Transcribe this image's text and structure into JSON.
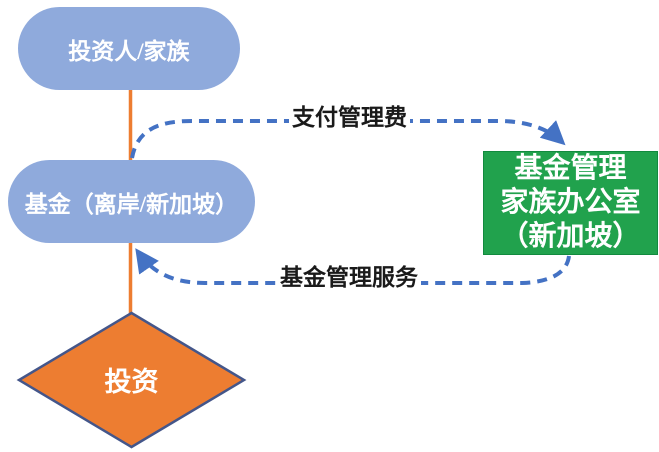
{
  "nodes": {
    "investor": {
      "label": "投资人/家族"
    },
    "fund": {
      "label": "基金（离岸/新加坡）"
    },
    "manager": {
      "lines": [
        "基金管理",
        "家族办公室",
        "（新加坡）"
      ]
    },
    "investment": {
      "label": "投资"
    }
  },
  "edges": {
    "pay_fee": {
      "label": "支付管理费",
      "style": "dashed"
    },
    "service": {
      "label": "基金管理服务",
      "style": "dashed"
    }
  },
  "colors": {
    "node_blue": "#8FAADC",
    "node_green": "#21A24D",
    "node_orange": "#ED7D31",
    "diamond_border": "#44568A",
    "edge_dash_blue": "#4472C4",
    "connector_orange": "#ED7D31",
    "node_text": "#FFFFFF",
    "edge_label_text": "#1A1A1A"
  }
}
